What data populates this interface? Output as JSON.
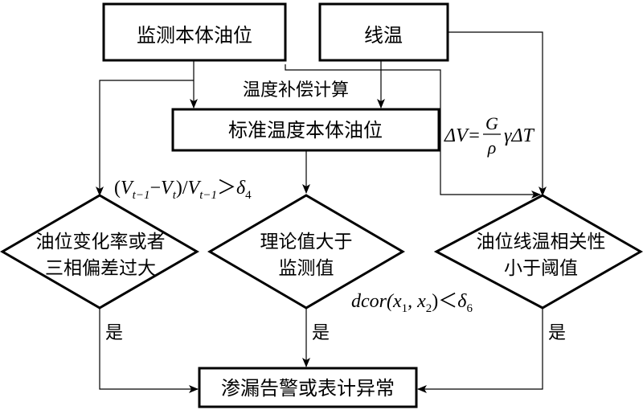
{
  "nodes": {
    "monitor_level": "监测本体油位",
    "line_temp": "线温",
    "std_level": "标准温度本体油位",
    "rate_change_l1": "油位变化率或者",
    "rate_change_l2": "三相偏差过大",
    "theory_l1": "理论值大于",
    "theory_l2": "监测值",
    "correlation_l1": "油位线温相关性",
    "correlation_l2": "小于阈值",
    "alarm": "渗漏告警或表计异常"
  },
  "edge_labels": {
    "temp_compensation": "温度补偿计算",
    "yes_left": "是",
    "yes_mid": "是",
    "yes_right": "是"
  },
  "formulas": {
    "rate": {
      "open": "(",
      "V": "V",
      "sub_t1": "t−1",
      "minus": "−",
      "V2": "V",
      "sub_t": "t",
      "close": ")/",
      "V3": "V",
      "sub_t1b": "t−1",
      "gt": "＞",
      "delta": "δ",
      "sub4": "4"
    },
    "delta_v": {
      "lhs": "ΔV=",
      "numerator": "G",
      "denominator": "ρ",
      "rhs": "γΔT"
    },
    "dcor": {
      "text": "dcor(x",
      "sub1": "1",
      "mid": ", x",
      "sub2": "2",
      "close": ")＜",
      "delta": "δ",
      "sub6": "6"
    }
  }
}
